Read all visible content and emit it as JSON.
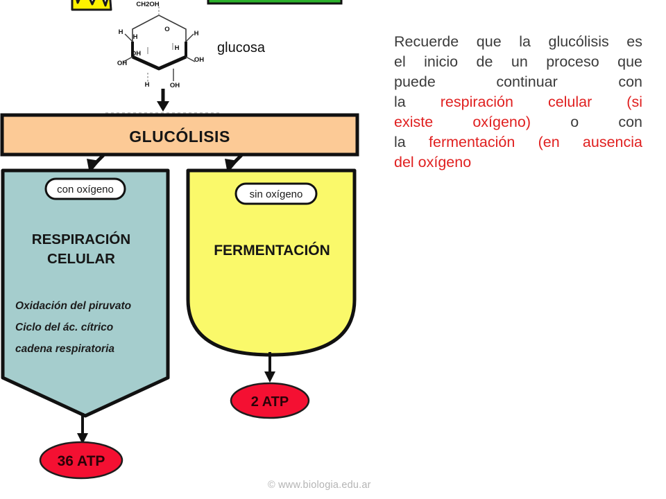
{
  "diagram": {
    "molecule": {
      "name": "glucosa",
      "formula_top": "CH2OH",
      "atoms": [
        "H",
        "H",
        "O",
        "H",
        "H",
        "OH",
        "OH",
        "OH",
        "H",
        "OH"
      ]
    },
    "glycolysis_box": {
      "label": "GLUCÓLISIS",
      "fill": "#fcca96",
      "stroke": "#111111"
    },
    "branches": [
      {
        "id": "aerobic",
        "pill": "con oxígeno",
        "title_line1": "RESPIRACIÓN",
        "title_line2": "CELULAR",
        "steps": [
          "Oxidación del piruvato",
          "Ciclo del ác. cítrico",
          "cadena respiratoria"
        ],
        "fill": "#a5cdcd",
        "output": "36 ATP"
      },
      {
        "id": "anaerobic",
        "pill": "sin oxígeno",
        "title_line1": "FERMENTACIÓN",
        "title_line2": "",
        "steps": [],
        "fill": "#faf96a",
        "output": "2 ATP"
      }
    ],
    "atp_fill": "#f41032",
    "atp_text_color": "#2a0208",
    "accent_star_fill": "#fff200",
    "accent_bar_fill": "#2bb02b"
  },
  "note": {
    "segments": [
      {
        "text": "Recuerde que la glucólisis es el inicio de un proceso que puede continuar con la ",
        "color": "dark"
      },
      {
        "text": "respiración celular (si existe oxígeno)",
        "color": "red"
      },
      {
        "text": " o con la ",
        "color": "dark"
      },
      {
        "text": "fermentación (en ausencia del oxígeno",
        "color": "red"
      }
    ],
    "line1": "Recuerde que la glucólisis es",
    "line2": "el inicio de un proceso que",
    "line3": "puede continuar con",
    "line4_a": "la ",
    "line4_b": "respiración celular (si",
    "line5_a": "existe oxígeno)",
    "line5_b": " o con",
    "line6_a": "la ",
    "line6_b": "fermentación (en ausencia",
    "line7": "del oxígeno",
    "dark_color": "#3b3b3b",
    "red_color": "#e02020"
  },
  "footer": {
    "credit": "© www.biologia.edu.ar"
  }
}
